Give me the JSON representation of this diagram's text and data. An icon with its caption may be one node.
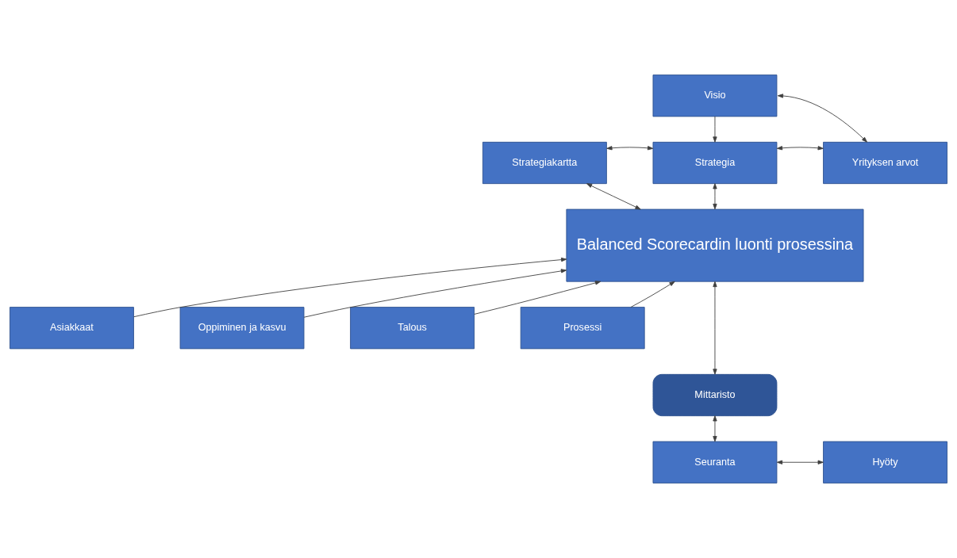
{
  "diagram": {
    "nodes": [
      {
        "text": [
          "Visio"
        ]
      },
      {
        "text": [
          "Strategia"
        ]
      },
      {
        "text": [
          "Yrityksen arvot"
        ]
      },
      {
        "text": [
          "Strategiakartta"
        ]
      },
      {
        "text": [
          "Balanced Scorecardin luonti prosessina"
        ]
      },
      {
        "text": [
          "Asiakkaat"
        ]
      },
      {
        "text": [
          "Oppiminen ja kasvu"
        ]
      },
      {
        "text": [
          "Talous"
        ]
      },
      {
        "text": [
          "Prosessi"
        ]
      },
      {
        "text": [
          "Mittaristo"
        ]
      },
      {
        "text": [
          "Seuranta"
        ]
      },
      {
        "text": [
          "Hyöty"
        ]
      }
    ],
    "edges": [
      {
        "from": 0,
        "to": 1,
        "arrow": "to"
      },
      {
        "from": 0,
        "to": 2,
        "arrow": "both"
      },
      {
        "from": 2,
        "to": 1,
        "arrow": "both"
      },
      {
        "from": 3,
        "to": 1,
        "arrow": "both"
      },
      {
        "from": 1,
        "to": 4,
        "arrow": "both"
      },
      {
        "from": 3,
        "to": 4,
        "arrow": "both"
      },
      {
        "from": 5,
        "to": 4,
        "arrow": "to"
      },
      {
        "from": 6,
        "to": 4,
        "arrow": "to"
      },
      {
        "from": 7,
        "to": 4,
        "arrow": "to"
      },
      {
        "from": 8,
        "to": 4,
        "arrow": "to"
      },
      {
        "from": 4,
        "to": 9,
        "arrow": "both"
      },
      {
        "from": 9,
        "to": 10,
        "arrow": "both"
      },
      {
        "from": 10,
        "to": 11,
        "arrow": "both"
      }
    ]
  }
}
